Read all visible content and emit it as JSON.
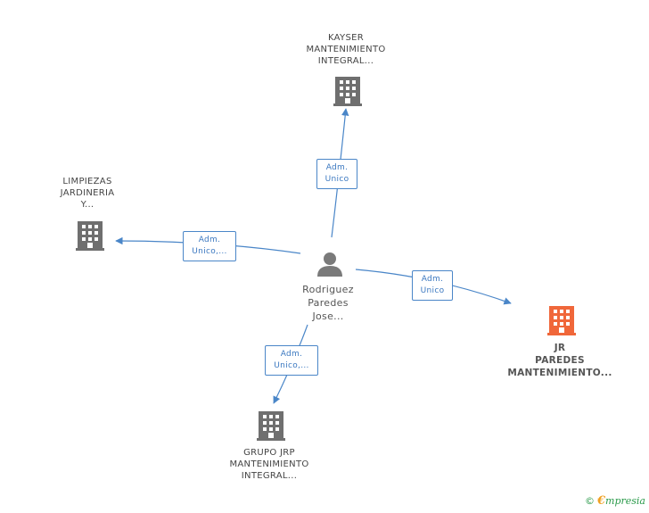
{
  "colors": {
    "edge": "#4a86c8",
    "building": "#6f6f6f",
    "building_highlight": "#f0673a",
    "person": "#7a7a7a"
  },
  "center_person": {
    "icon": "person-icon",
    "label_lines": [
      "Rodriguez",
      "Paredes",
      "Jose..."
    ]
  },
  "companies": [
    {
      "id": "kayser",
      "icon": "building-icon",
      "label_lines": [
        "KAYSER",
        "MANTENIMIENTO",
        "INTEGRAL..."
      ]
    },
    {
      "id": "limpiezas",
      "icon": "building-icon",
      "label_lines": [
        "LIMPIEZAS",
        "JARDINERIA",
        "Y..."
      ]
    },
    {
      "id": "jr",
      "icon": "building-icon",
      "highlight": true,
      "label_lines": [
        "JR",
        "PAREDES",
        "MANTENIMIENTO..."
      ]
    },
    {
      "id": "grupo",
      "icon": "building-icon",
      "label_lines": [
        "GRUPO JRP",
        "MANTENIMIENTO",
        "INTEGRAL..."
      ]
    }
  ],
  "relations": [
    {
      "to": "kayser",
      "label_lines": [
        "Adm.",
        "Unico"
      ]
    },
    {
      "to": "limpiezas",
      "label_lines": [
        "Adm.",
        "Unico,..."
      ]
    },
    {
      "to": "jr",
      "label_lines": [
        "Adm.",
        "Unico"
      ]
    },
    {
      "to": "grupo",
      "label_lines": [
        "Adm.",
        "Unico,..."
      ]
    }
  ],
  "footer": {
    "copyright": "©",
    "brand_initial": "€",
    "brand_rest": "mpresia"
  }
}
